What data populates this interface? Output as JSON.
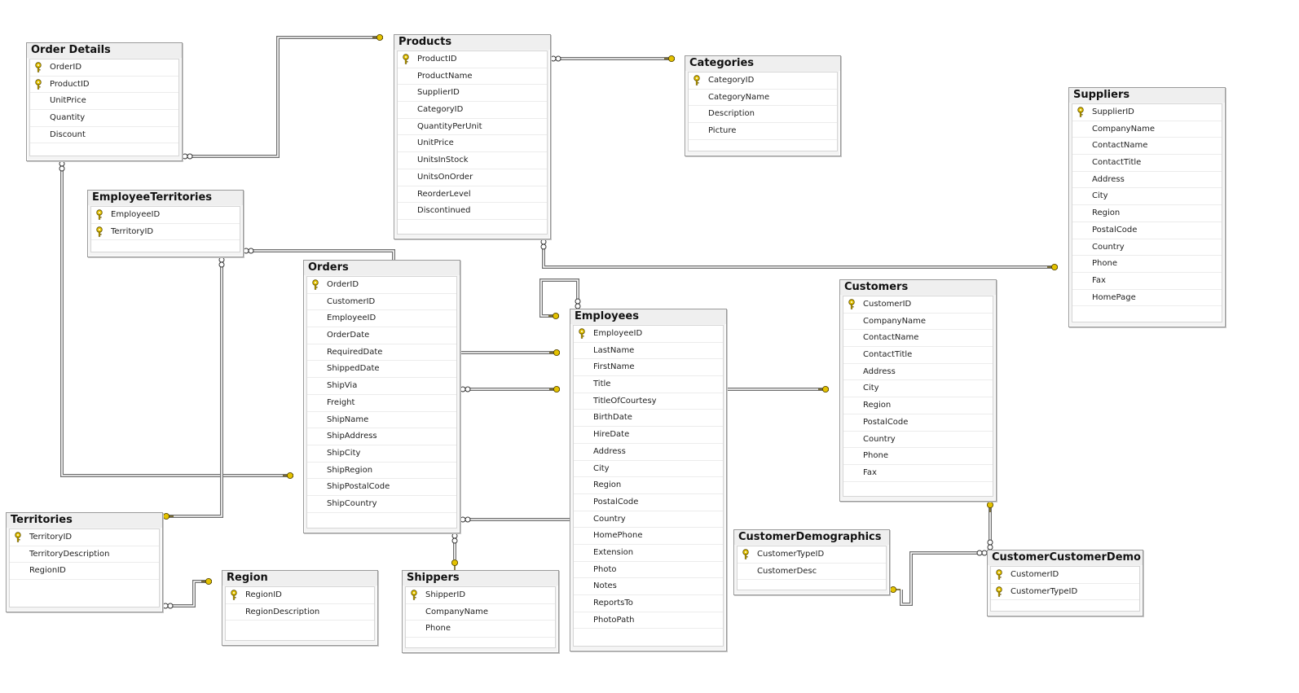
{
  "tables": [
    {
      "id": "order-details",
      "name": "Order Details",
      "columns": [
        {
          "name": "OrderID",
          "key": true
        },
        {
          "name": "ProductID",
          "key": true
        },
        {
          "name": "UnitPrice"
        },
        {
          "name": "Quantity"
        },
        {
          "name": "Discount"
        }
      ]
    },
    {
      "id": "products",
      "name": "Products",
      "columns": [
        {
          "name": "ProductID",
          "key": true
        },
        {
          "name": "ProductName"
        },
        {
          "name": "SupplierID"
        },
        {
          "name": "CategoryID"
        },
        {
          "name": "QuantityPerUnit"
        },
        {
          "name": "UnitPrice"
        },
        {
          "name": "UnitsInStock"
        },
        {
          "name": "UnitsOnOrder"
        },
        {
          "name": "ReorderLevel"
        },
        {
          "name": "Discontinued"
        }
      ]
    },
    {
      "id": "categories",
      "name": "Categories",
      "columns": [
        {
          "name": "CategoryID",
          "key": true
        },
        {
          "name": "CategoryName"
        },
        {
          "name": "Description"
        },
        {
          "name": "Picture"
        }
      ]
    },
    {
      "id": "suppliers",
      "name": "Suppliers",
      "columns": [
        {
          "name": "SupplierID",
          "key": true
        },
        {
          "name": "CompanyName"
        },
        {
          "name": "ContactName"
        },
        {
          "name": "ContactTitle"
        },
        {
          "name": "Address"
        },
        {
          "name": "City"
        },
        {
          "name": "Region"
        },
        {
          "name": "PostalCode"
        },
        {
          "name": "Country"
        },
        {
          "name": "Phone"
        },
        {
          "name": "Fax"
        },
        {
          "name": "HomePage"
        }
      ]
    },
    {
      "id": "employee-territories",
      "name": "EmployeeTerritories",
      "columns": [
        {
          "name": "EmployeeID",
          "key": true
        },
        {
          "name": "TerritoryID",
          "key": true
        }
      ]
    },
    {
      "id": "orders",
      "name": "Orders",
      "columns": [
        {
          "name": "OrderID",
          "key": true
        },
        {
          "name": "CustomerID"
        },
        {
          "name": "EmployeeID"
        },
        {
          "name": "OrderDate"
        },
        {
          "name": "RequiredDate"
        },
        {
          "name": "ShippedDate"
        },
        {
          "name": "ShipVia"
        },
        {
          "name": "Freight"
        },
        {
          "name": "ShipName"
        },
        {
          "name": "ShipAddress"
        },
        {
          "name": "ShipCity"
        },
        {
          "name": "ShipRegion"
        },
        {
          "name": "ShipPostalCode"
        },
        {
          "name": "ShipCountry"
        }
      ]
    },
    {
      "id": "employees",
      "name": "Employees",
      "columns": [
        {
          "name": "EmployeeID",
          "key": true
        },
        {
          "name": "LastName"
        },
        {
          "name": "FirstName"
        },
        {
          "name": "Title"
        },
        {
          "name": "TitleOfCourtesy"
        },
        {
          "name": "BirthDate"
        },
        {
          "name": "HireDate"
        },
        {
          "name": "Address"
        },
        {
          "name": "City"
        },
        {
          "name": "Region"
        },
        {
          "name": "PostalCode"
        },
        {
          "name": "Country"
        },
        {
          "name": "HomePhone"
        },
        {
          "name": "Extension"
        },
        {
          "name": "Photo"
        },
        {
          "name": "Notes"
        },
        {
          "name": "ReportsTo"
        },
        {
          "name": "PhotoPath"
        }
      ]
    },
    {
      "id": "customers",
      "name": "Customers",
      "columns": [
        {
          "name": "CustomerID",
          "key": true
        },
        {
          "name": "CompanyName"
        },
        {
          "name": "ContactName"
        },
        {
          "name": "ContactTitle"
        },
        {
          "name": "Address"
        },
        {
          "name": "City"
        },
        {
          "name": "Region"
        },
        {
          "name": "PostalCode"
        },
        {
          "name": "Country"
        },
        {
          "name": "Phone"
        },
        {
          "name": "Fax"
        }
      ]
    },
    {
      "id": "territories",
      "name": "Territories",
      "columns": [
        {
          "name": "TerritoryID",
          "key": true
        },
        {
          "name": "TerritoryDescription"
        },
        {
          "name": "RegionID"
        }
      ]
    },
    {
      "id": "region",
      "name": "Region",
      "columns": [
        {
          "name": "RegionID",
          "key": true
        },
        {
          "name": "RegionDescription"
        }
      ]
    },
    {
      "id": "shippers",
      "name": "Shippers",
      "columns": [
        {
          "name": "ShipperID",
          "key": true
        },
        {
          "name": "CompanyName"
        },
        {
          "name": "Phone"
        }
      ]
    },
    {
      "id": "customer-demographics",
      "name": "CustomerDemographics",
      "columns": [
        {
          "name": "CustomerTypeID",
          "key": true
        },
        {
          "name": "CustomerDesc"
        }
      ]
    },
    {
      "id": "customer-customer-demo",
      "name": "CustomerCustomerDemo",
      "columns": [
        {
          "name": "CustomerID",
          "key": true
        },
        {
          "name": "CustomerTypeID",
          "key": true
        }
      ]
    }
  ],
  "relationships": [
    {
      "from": "order-details",
      "to": "products"
    },
    {
      "from": "products",
      "to": "categories"
    },
    {
      "from": "products",
      "to": "suppliers"
    },
    {
      "from": "order-details",
      "to": "orders"
    },
    {
      "from": "employee-territories",
      "to": "orders"
    },
    {
      "from": "employee-territories",
      "to": "territories"
    },
    {
      "from": "employees",
      "to": "employees"
    },
    {
      "from": "orders",
      "to": "employees"
    },
    {
      "from": "orders",
      "to": "employees"
    },
    {
      "from": "orders",
      "to": "employees"
    },
    {
      "from": "employees",
      "to": "customers"
    },
    {
      "from": "orders",
      "to": "shippers"
    },
    {
      "from": "territories",
      "to": "region"
    },
    {
      "from": "customer-customer-demo",
      "to": "customer-demographics"
    },
    {
      "from": "customer-customer-demo",
      "to": "customers"
    }
  ],
  "colors": {
    "key_icon": "#e4c200",
    "connector": "#6e6e6e",
    "table_border": "#9a9a9a"
  }
}
